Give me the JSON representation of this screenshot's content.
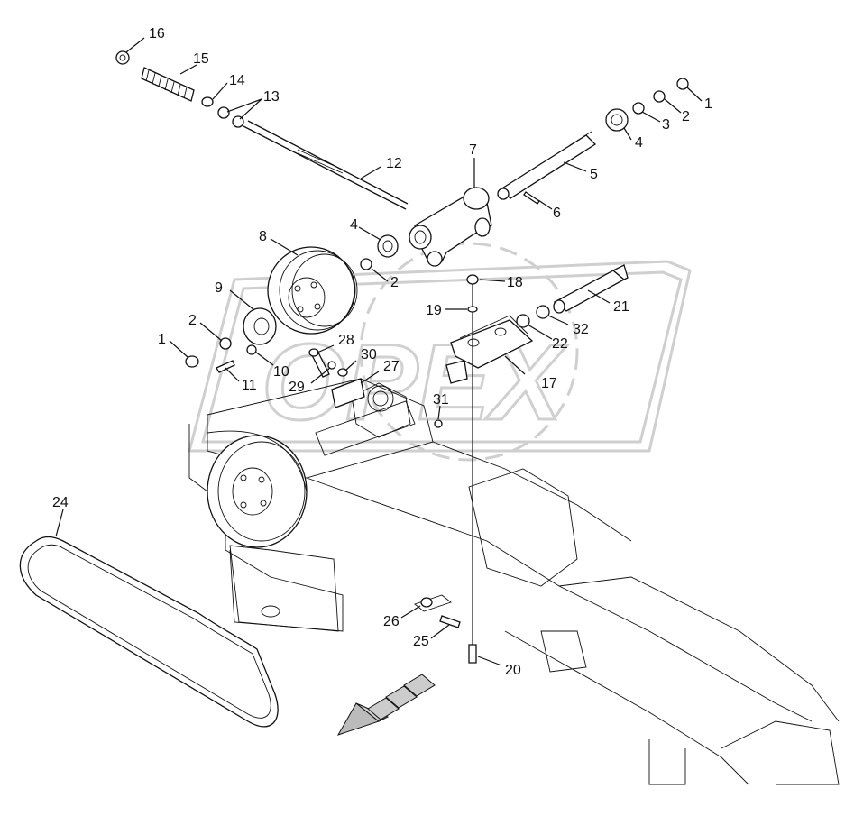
{
  "callouts": [
    "1",
    "2",
    "3",
    "4",
    "5",
    "6",
    "7",
    "8",
    "9",
    "10",
    "11",
    "12",
    "13",
    "14",
    "15",
    "16",
    "17",
    "18",
    "19",
    "20",
    "21",
    "22",
    "24",
    "25",
    "26",
    "27",
    "28",
    "29",
    "30",
    "31",
    "32"
  ],
  "watermark": "OPEX",
  "colors": {
    "line": "#111111",
    "watermark": "#cfcfcf",
    "background": "#ffffff"
  }
}
